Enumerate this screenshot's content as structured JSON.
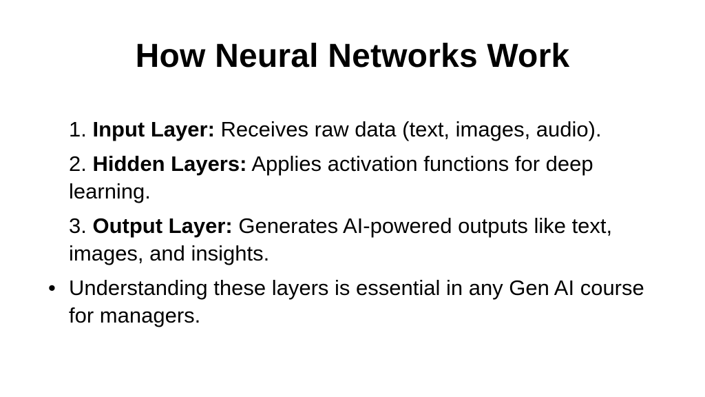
{
  "slide": {
    "title": "How Neural Networks Work",
    "items": [
      {
        "number": "1.",
        "label": "Input Layer:",
        "text": "Receives raw data (text, images, audio)."
      },
      {
        "number": "2.",
        "label": "Hidden Layers:",
        "text": "Applies activation functions for deep learning."
      },
      {
        "number": "3.",
        "label": "Output Layer:",
        "text": "Generates AI-powered outputs like text, images, and insights."
      }
    ],
    "bullet": {
      "marker": "•",
      "text": "Understanding these layers is essential in any Gen AI course for managers."
    }
  }
}
